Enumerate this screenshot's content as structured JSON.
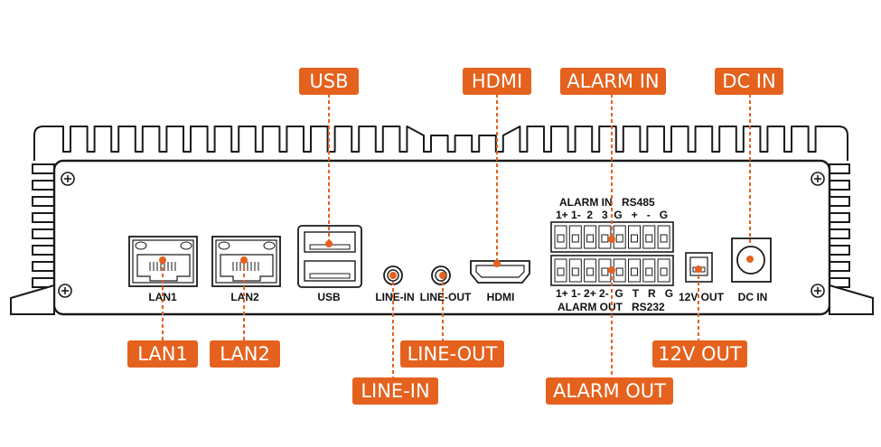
{
  "callouts": {
    "usb": "USB",
    "hdmi": "HDMI",
    "alarm_in": "ALARM IN",
    "dc_in": "DC IN",
    "lan1": "LAN1",
    "lan2": "LAN2",
    "line_out": "LINE-OUT",
    "line_in": "LINE-IN",
    "twelve_v_out": "12V OUT",
    "alarm_out": "ALARM OUT"
  },
  "panel_labels": {
    "lan1": "LAN1",
    "lan2": "LAN2",
    "usb": "USB",
    "line_in": "LINE-IN",
    "line_out": "LINE-OUT",
    "hdmi": "HDMI",
    "twelve_v_out": "12V OUT",
    "dc_in": "DC IN",
    "alarm_in_title": "ALARM IN",
    "rs485_title": "RS485",
    "top_pins": "1+ 1-  2   3  G   +   -   G",
    "bottom_pins": "1+ 1- 2+ 2-  G   T   R   G",
    "alarm_out_title": "ALARM OUT",
    "rs232_title": "RS232"
  },
  "colors": {
    "accent": "#e4621e",
    "outline": "#1a1a1a",
    "background": "#ffffff"
  }
}
